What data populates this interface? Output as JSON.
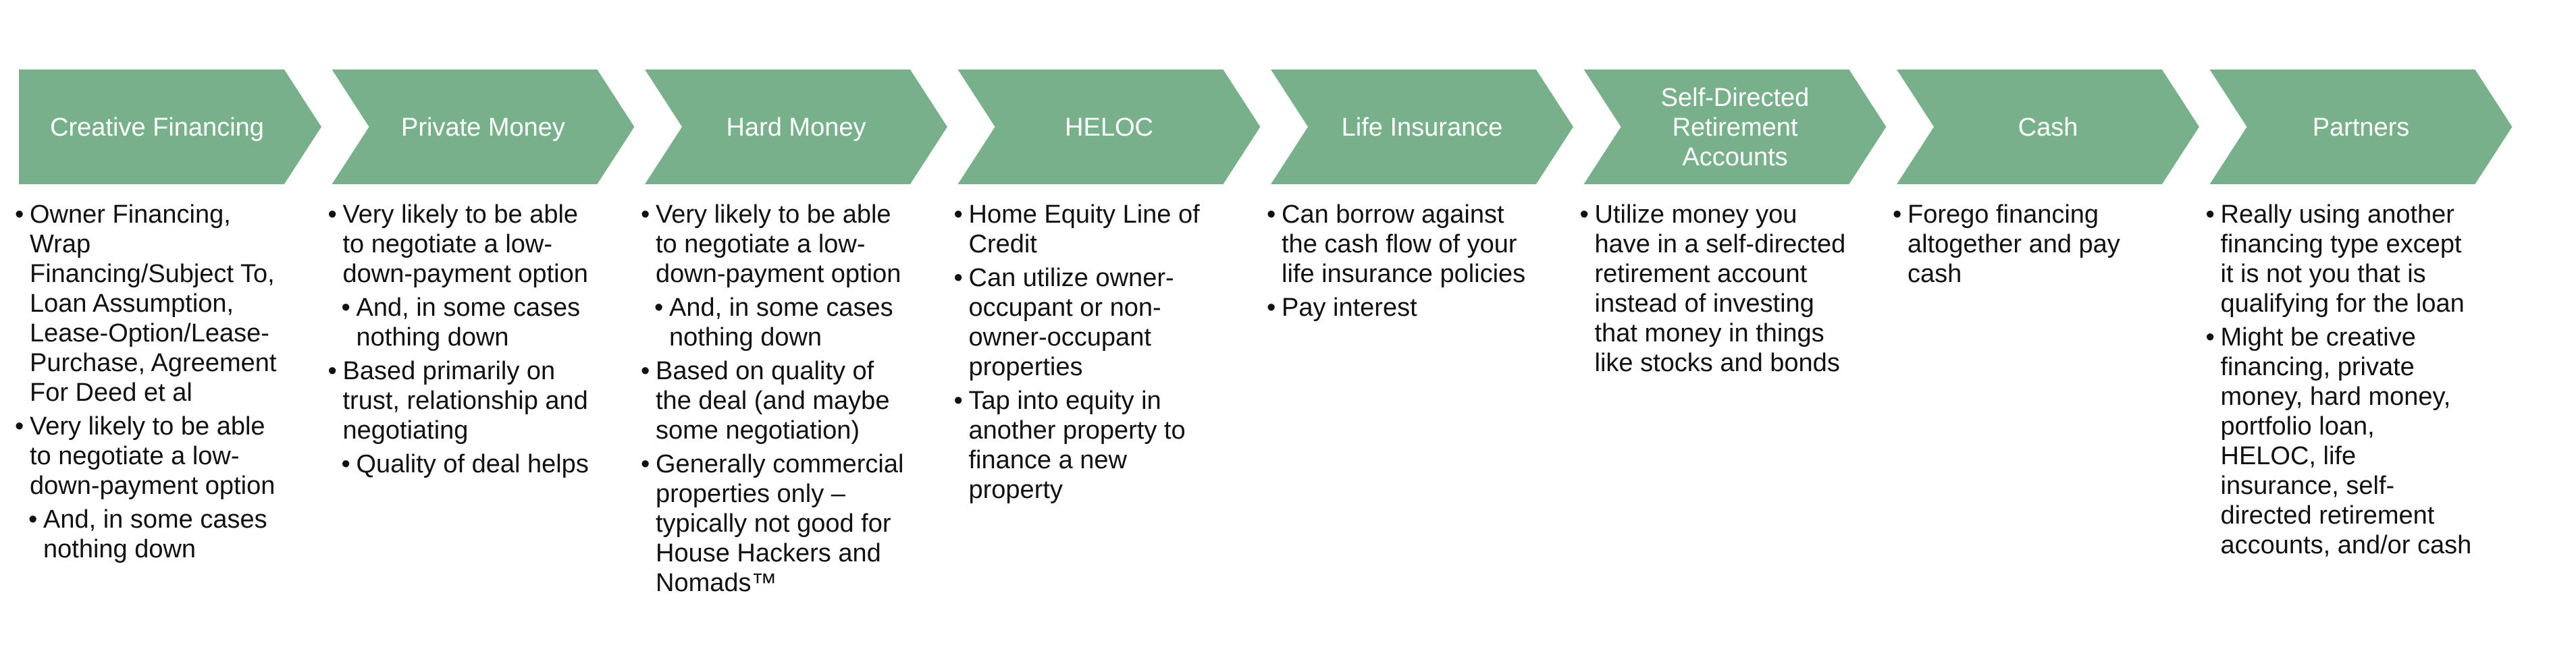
{
  "colors": {
    "chevron_fill": "#78b08c",
    "chevron_text": "#ffffff",
    "body_text": "#111111"
  },
  "bullet_glyph": "•",
  "stages": [
    {
      "title": [
        "Creative Financing"
      ],
      "bullets": [
        {
          "text": [
            "Owner Financing,",
            "Wrap",
            "Financing/Subject To,",
            "Loan Assumption,",
            "Lease-Option/Lease-",
            "Purchase, Agreement",
            "For Deed et al"
          ],
          "sub": []
        },
        {
          "text": [
            "Very likely to be able",
            "to negotiate a low-",
            "down-payment option"
          ],
          "sub": [
            {
              "text": [
                "And, in some cases",
                "nothing down"
              ]
            }
          ]
        }
      ]
    },
    {
      "title": [
        "Private Money"
      ],
      "bullets": [
        {
          "text": [
            "Very likely to be able",
            "to negotiate a low-",
            "down-payment option"
          ],
          "sub": [
            {
              "text": [
                "And, in some cases",
                "nothing down"
              ]
            }
          ]
        },
        {
          "text": [
            "Based primarily on",
            "trust, relationship and",
            "negotiating"
          ],
          "sub": [
            {
              "text": [
                "Quality of deal helps"
              ]
            }
          ]
        }
      ]
    },
    {
      "title": [
        "Hard Money"
      ],
      "bullets": [
        {
          "text": [
            "Very likely to be able",
            "to negotiate a low-",
            "down-payment option"
          ],
          "sub": [
            {
              "text": [
                "And, in some cases",
                "nothing down"
              ]
            }
          ]
        },
        {
          "text": [
            "Based on quality of",
            "the deal (and maybe",
            "some negotiation)"
          ],
          "sub": []
        },
        {
          "text": [
            "Generally commercial",
            "properties only –",
            "typically not good for",
            "House Hackers and",
            "Nomads™"
          ],
          "sub": []
        }
      ]
    },
    {
      "title": [
        "HELOC"
      ],
      "bullets": [
        {
          "text": [
            "Home Equity Line of",
            "Credit"
          ],
          "sub": []
        },
        {
          "text": [
            "Can utilize owner-",
            "occupant or non-",
            "owner-occupant",
            "properties"
          ],
          "sub": []
        },
        {
          "text": [
            "Tap into equity in",
            "another property to",
            "finance a new",
            "property"
          ],
          "sub": []
        }
      ]
    },
    {
      "title": [
        "Life Insurance"
      ],
      "bullets": [
        {
          "text": [
            "Can borrow against",
            "the cash flow of your",
            "life insurance policies"
          ],
          "sub": []
        },
        {
          "text": [
            "Pay interest"
          ],
          "sub": []
        }
      ]
    },
    {
      "title": [
        "Self-Directed",
        "Retirement",
        "Accounts"
      ],
      "bullets": [
        {
          "text": [
            "Utilize money you",
            "have in a self-directed",
            "retirement account",
            "instead of investing",
            "that money in things",
            "like stocks and bonds"
          ],
          "sub": []
        }
      ]
    },
    {
      "title": [
        "Cash"
      ],
      "bullets": [
        {
          "text": [
            "Forego financing",
            "altogether and pay",
            "cash"
          ],
          "sub": []
        }
      ]
    },
    {
      "title": [
        "Partners"
      ],
      "bullets": [
        {
          "text": [
            "Really using another",
            "financing type except",
            "it is not you that is",
            "qualifying for the loan"
          ],
          "sub": []
        },
        {
          "text": [
            "Might be creative",
            "financing, private",
            "money, hard money,",
            "portfolio loan,",
            "HELOC, life",
            "insurance, self-",
            "directed retirement",
            "accounts, and/or cash"
          ],
          "sub": []
        }
      ]
    }
  ]
}
